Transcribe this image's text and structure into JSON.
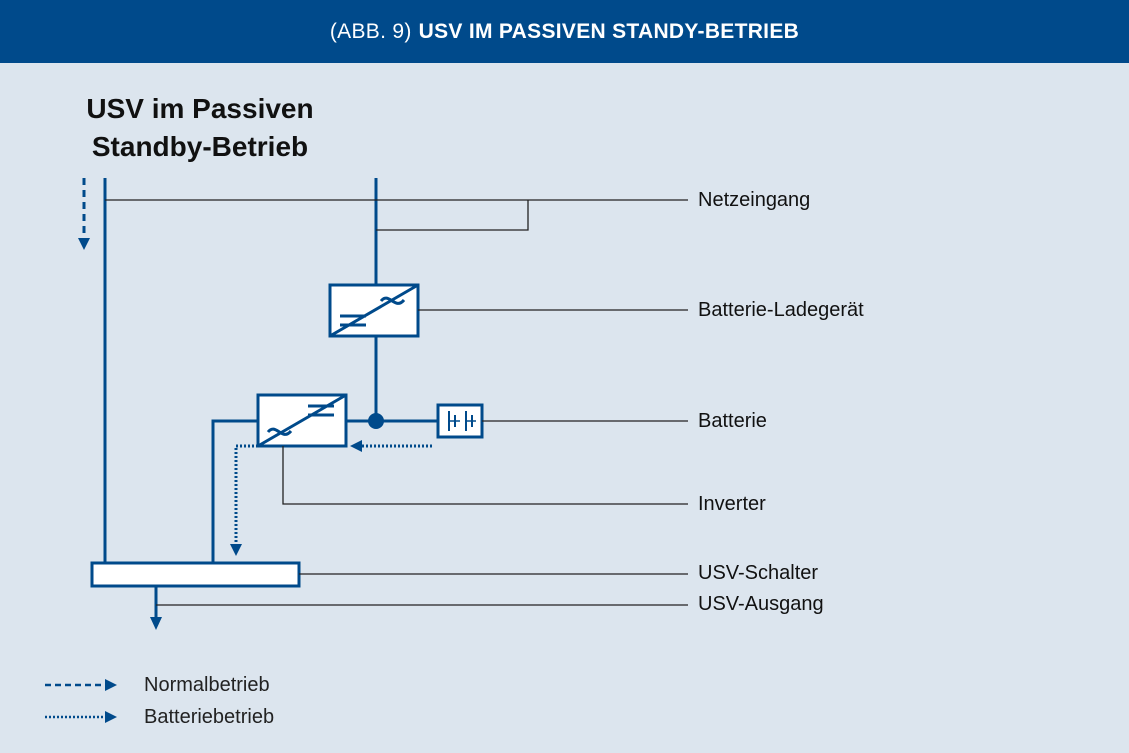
{
  "header": {
    "prefix": "(ABB. 9)",
    "title": "USV IM PASSIVEN STANDY-BETRIEB"
  },
  "diagram": {
    "title_line1": "USV im Passiven",
    "title_line2": "Standby-Betrieb",
    "labels": {
      "netzeingang": "Netzeingang",
      "ladegeraet": "Batterie-Ladegerät",
      "batterie": "Batterie",
      "inverter": "Inverter",
      "schalter": "USV-Schalter",
      "ausgang": "USV-Ausgang"
    }
  },
  "legend": {
    "normal": "Normalbetrieb",
    "battery": "Batteriebetrieb"
  },
  "colors": {
    "header_bg": "#004a8b",
    "panel_bg": "#dce5ee",
    "diagram_blue": "#004a8b",
    "leader_line": "#222222"
  }
}
